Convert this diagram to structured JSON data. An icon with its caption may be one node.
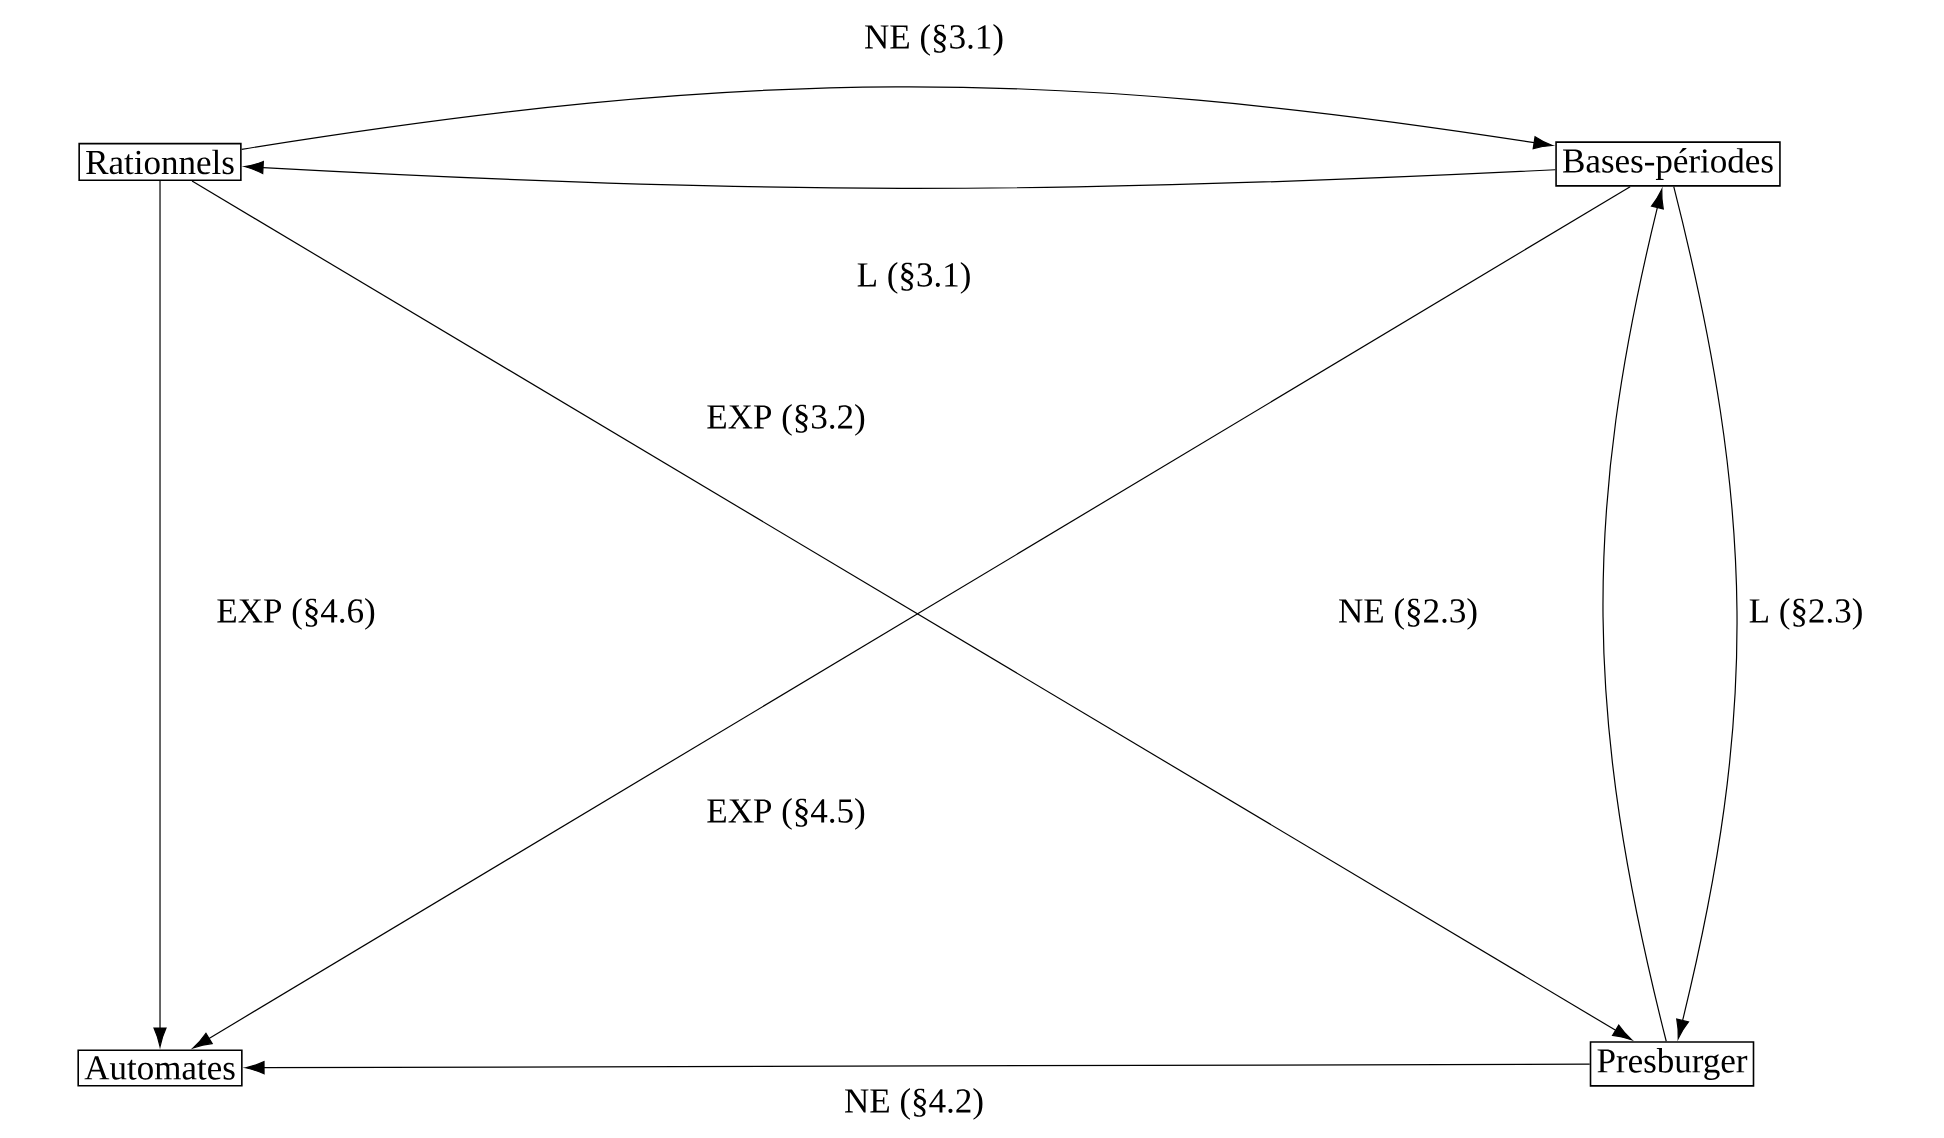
{
  "diagram": {
    "nodes": [
      {
        "text": [
          "Rationnels"
        ]
      },
      {
        "text": [
          "Bases-périodes"
        ]
      },
      {
        "text": [
          "Automates"
        ]
      },
      {
        "text": [
          "Presburger"
        ]
      }
    ],
    "edges": [
      {
        "from": 0,
        "to": 1,
        "arrow": "to",
        "label": "NE (§3.1)"
      },
      {
        "from": 1,
        "to": 0,
        "arrow": "to",
        "label": "L (§3.1)"
      },
      {
        "from": 0,
        "to": 3,
        "arrow": "to",
        "label": "EXP (§3.2)"
      },
      {
        "from": 0,
        "to": 2,
        "arrow": "to",
        "label": "EXP (§4.6)"
      },
      {
        "from": 1,
        "to": 2,
        "arrow": "to",
        "label": "EXP (§4.5)"
      },
      {
        "from": 3,
        "to": 1,
        "arrow": "to",
        "label": "NE (§2.3)"
      },
      {
        "from": 1,
        "to": 3,
        "arrow": "to",
        "label": "L (§2.3)"
      },
      {
        "from": 3,
        "to": 2,
        "arrow": "to",
        "label": "NE (§4.2)"
      }
    ]
  }
}
